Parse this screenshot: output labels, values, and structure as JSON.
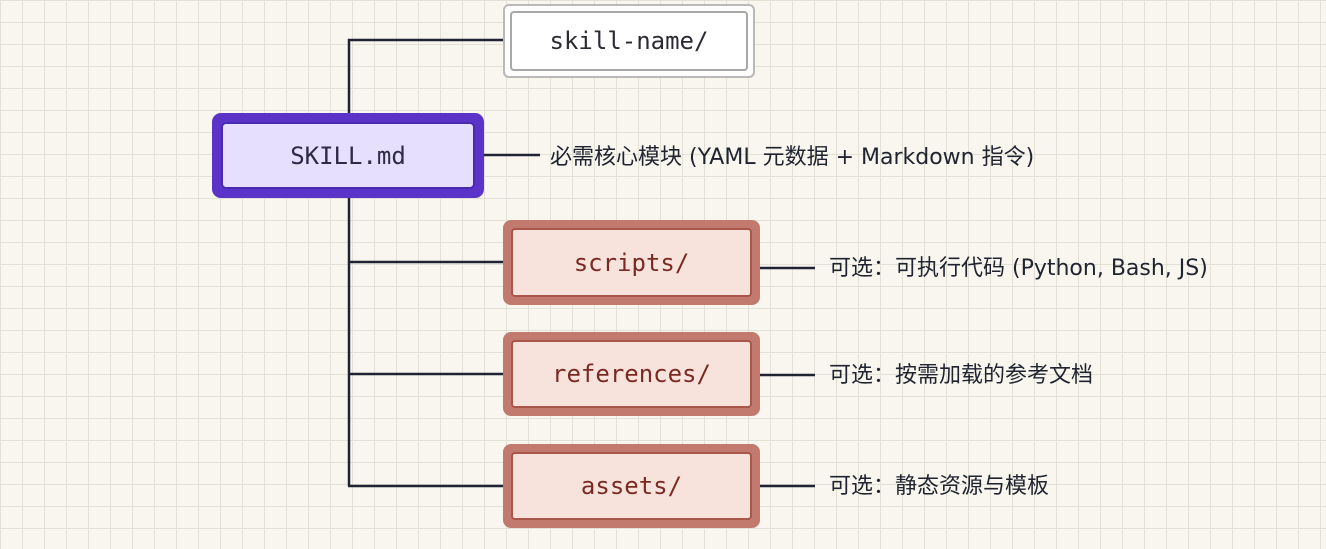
{
  "diagram": {
    "root": {
      "label": "skill-name/"
    },
    "skill_file": {
      "label": "SKILL.md",
      "description": "必需核心模块 (YAML 元数据 + Markdown 指令)"
    },
    "folders": [
      {
        "label": "scripts/",
        "description": "可选：可执行代码 (Python, Bash, JS)"
      },
      {
        "label": "references/",
        "description": "可选：按需加载的参考文档"
      },
      {
        "label": "assets/",
        "description": "可选：静态资源与模板"
      }
    ],
    "colors": {
      "line": "#1f2333",
      "skill_border": "#5b33c9",
      "skill_fill": "#e6dffd",
      "folder_border": "#c27a6f",
      "folder_fill": "#f7e3dc",
      "folder_text": "#7a2a22"
    }
  }
}
